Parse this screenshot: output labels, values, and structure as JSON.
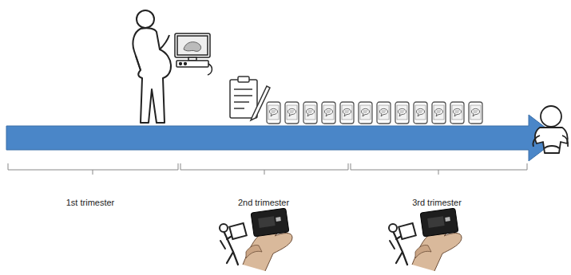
{
  "diagram": {
    "labels": [
      "1st trimester",
      "2nd trimester",
      "3rd trimester"
    ]
  }
}
